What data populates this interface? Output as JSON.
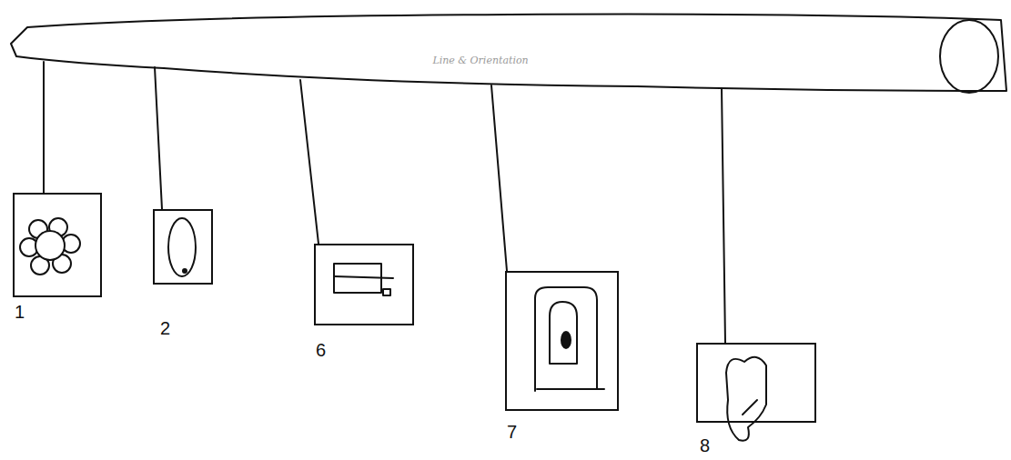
{
  "diagram": {
    "nodes": [
      {
        "text": [
          "Line & Orientation"
        ]
      },
      {
        "text": [
          "1"
        ]
      },
      {
        "text": [
          "2"
        ]
      },
      {
        "text": [
          "6"
        ]
      },
      {
        "text": [
          "7"
        ]
      },
      {
        "text": [
          "8"
        ]
      }
    ],
    "edges": [
      {
        "from": 0,
        "to": 1,
        "arrow": "none"
      },
      {
        "from": 0,
        "to": 2,
        "arrow": "none"
      },
      {
        "from": 0,
        "to": 3,
        "arrow": "none"
      },
      {
        "from": 0,
        "to": 4,
        "arrow": "none"
      },
      {
        "from": 0,
        "to": 5,
        "arrow": "none"
      }
    ]
  }
}
